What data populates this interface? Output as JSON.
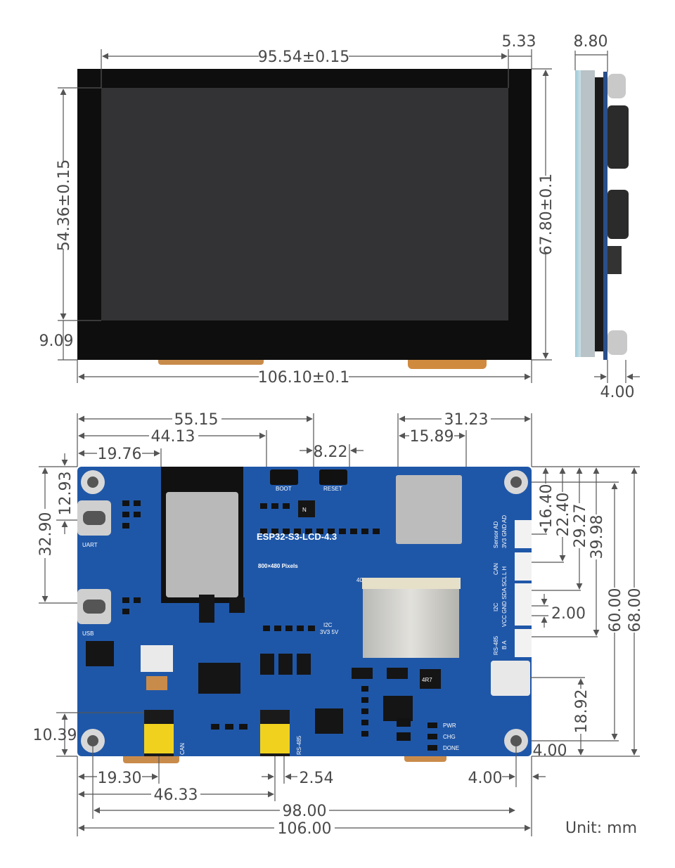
{
  "unit_label": "Unit: mm",
  "front_view": {
    "dims": {
      "display_width": "95.54±0.15",
      "right_border": "5.33",
      "display_height": "54.36±0.15",
      "total_height": "67.80±0.1",
      "bottom_border": "9.09",
      "total_width": "106.10±0.1"
    }
  },
  "side_view": {
    "dims": {
      "thickness": "8.80",
      "connector_offset": "4.00"
    }
  },
  "back_view": {
    "board_name": "ESP32-S3-LCD-4.3",
    "resolution": "800×480 Pixels",
    "fpc_pin": "40",
    "chip_label": "N",
    "inductor_label": "4R7",
    "silk": {
      "boot": "BOOT",
      "reset": "RESET",
      "uart": "UART",
      "usb": "USB",
      "can": "CAN",
      "rs485": "RS-485",
      "i2c": "I2C",
      "i2c_volt": "3V3 5V",
      "sensor": "Sensor AD",
      "sensor_pins": "3V3 GND AD",
      "can_hdr": "CAN",
      "can_pins": "L H",
      "i2c_hdr": "I2C",
      "i2c_pins": "VCC GND SDA SCL",
      "rs_hdr": "RS-485",
      "rs_pins": "B A",
      "pwr": "PWR",
      "chg": "CHG",
      "done": "DONE"
    },
    "dims": {
      "d55_15": "55.15",
      "d44_13": "44.13",
      "d19_76": "19.76",
      "d8_22": "8.22",
      "d31_23": "31.23",
      "d15_89": "15.89",
      "d12_93": "12.93",
      "d32_90": "32.90",
      "d10_39": "10.39",
      "d16_40": "16.40",
      "d22_40": "22.40",
      "d29_27": "29.27",
      "d39_98": "39.98",
      "d60_00": "60.00",
      "d68_00": "68.00",
      "d2_00": "2.00",
      "d18_92": "18.92",
      "d4_00_right": "4.00",
      "d19_30": "19.30",
      "d46_33": "46.33",
      "d2_54": "2.54",
      "d4_00_bottom": "4.00",
      "d98_00": "98.00",
      "d106_00": "106.00"
    }
  }
}
